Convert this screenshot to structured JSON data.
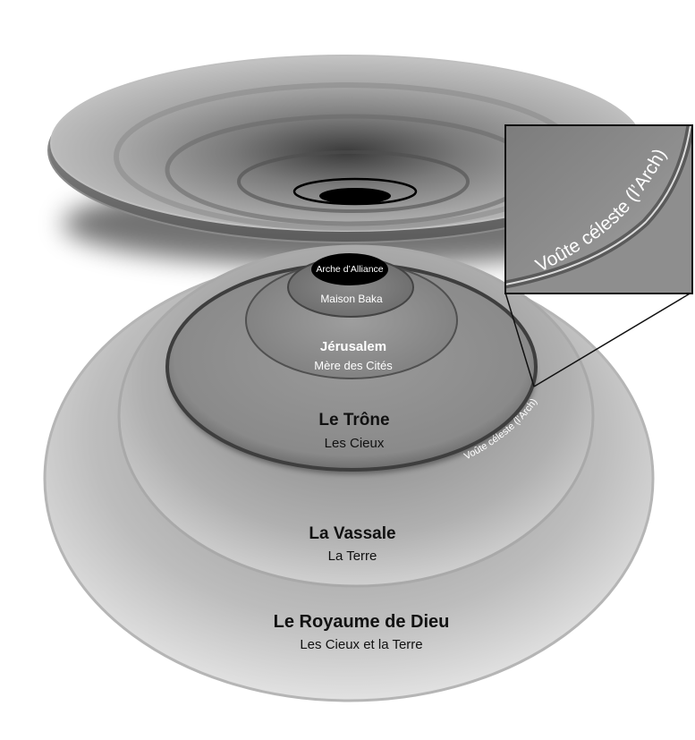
{
  "rings": {
    "ark": {
      "label": "Arche d’Alliance"
    },
    "baka": {
      "label": "Maison Baka"
    },
    "jerusalem": {
      "title": "Jérusalem",
      "subtitle": "Mère des Cités"
    },
    "throne": {
      "title": "Le Trône",
      "subtitle": "Les Cieux"
    },
    "vassal": {
      "title": "La Vassale",
      "subtitle": "La Terre"
    },
    "kingdom": {
      "title": "Le Royaume de Dieu",
      "subtitle": "Les Cieux et la Terre"
    }
  },
  "vault": {
    "label": "Voûte céleste (l’Arch)",
    "zoom_label": "Voûte céleste (l’Arch)"
  },
  "colors": {
    "ring_dark": "#6f6f6f",
    "ring_light": "#c9c9c9",
    "core": "#000000"
  }
}
